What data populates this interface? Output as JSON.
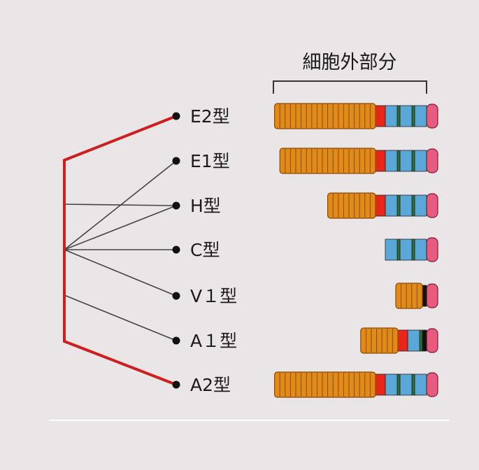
{
  "header": {
    "label": "細胞外部分"
  },
  "colors": {
    "background": "#eae6e7",
    "tree_highlight": "#cc1f1f",
    "tree_line": "#444444",
    "cadherin_orange": "#e08a1a",
    "cadherin_orange_stroke": "#8a4a00",
    "red_domain": "#e8261c",
    "blue_domain": "#5aa8d8",
    "green_domain": "#2e6e36",
    "pink_cap": "#e85a7e",
    "black_domain": "#111111"
  },
  "types": [
    {
      "label": "E2型",
      "highlight": true,
      "repeats": 19,
      "segments": [
        "red",
        "blue",
        "green",
        "blue",
        "green",
        "blue"
      ],
      "cap": true
    },
    {
      "label": "E1型",
      "highlight": false,
      "repeats": 18,
      "segments": [
        "red",
        "blue",
        "green",
        "blue",
        "green",
        "blue"
      ],
      "cap": true
    },
    {
      "label": "H型",
      "highlight": false,
      "repeats": 9,
      "segments": [
        "red",
        "blue",
        "green",
        "blue",
        "green",
        "blue"
      ],
      "cap": true
    },
    {
      "label": "C型",
      "highlight": false,
      "repeats": 0,
      "segments": [
        "blue",
        "green",
        "blue",
        "green",
        "blue"
      ],
      "cap": true
    },
    {
      "label": "V１型",
      "highlight": false,
      "repeats": 5,
      "segments": [
        "black"
      ],
      "cap": true
    },
    {
      "label": "A１型",
      "highlight": false,
      "repeats": 7,
      "segments": [
        "red",
        "blue",
        "green",
        "black"
      ],
      "cap": true
    },
    {
      "label": "A2型",
      "highlight": true,
      "repeats": 19,
      "segments": [
        "red",
        "blue",
        "green",
        "blue",
        "green",
        "blue"
      ],
      "cap": true
    }
  ]
}
